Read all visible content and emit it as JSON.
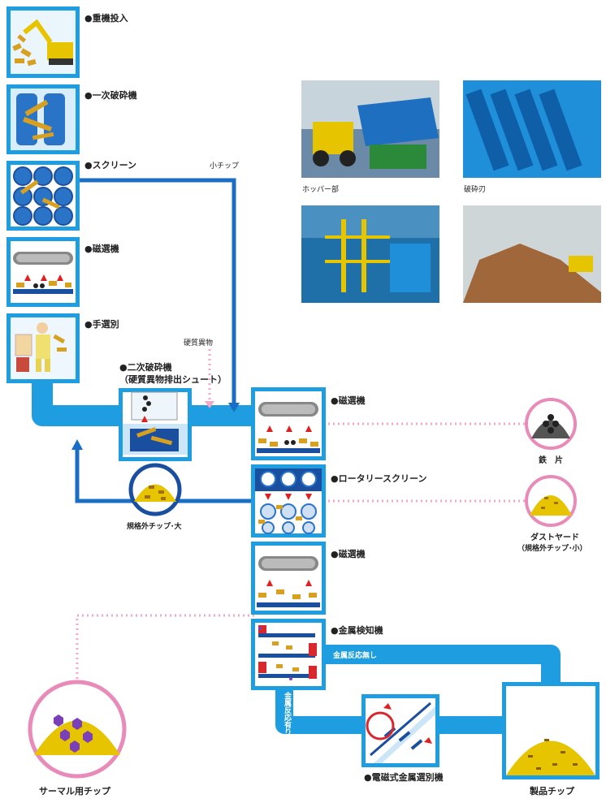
{
  "colors": {
    "flow_blue": "#1e9ee0",
    "dark_blue": "#1a4fa0",
    "chip_yellow": "#e6c400",
    "pink_dotted": "#f4a6c8",
    "machine_bg": "#cfe8f7"
  },
  "stages": {
    "heavy_input": "●重機投入",
    "primary_crush": "●一次破砕機",
    "screen": "●スクリーン",
    "magnet1": "●磁選機",
    "hand_sort": "●手選別",
    "secondary_crush_1": "●二次破砕機",
    "secondary_crush_2": "（硬質異物排出シュート）",
    "magnet2": "●磁選機",
    "rotary_screen": "●ロータリースクリーン",
    "magnet3": "●磁選機",
    "metal_detector": "●金属検知機",
    "em_separator": "●電磁式金属選別機"
  },
  "flow_labels": {
    "small_chip": "小チップ",
    "hard_foreign": "硬質異物",
    "oversize_large": "規格外チップ･大",
    "no_metal": "金属反応無し",
    "metal_present": "金属反応有り"
  },
  "outputs": {
    "iron": "鉄　片",
    "dust_yard_1": "ダストヤード",
    "dust_yard_2": "（規格外チップ･小）",
    "thermal_chip": "サーマル用チップ",
    "product_chip": "製品チップ"
  },
  "photos": {
    "hopper": "ホッパー部",
    "blade": "破砕刃"
  }
}
